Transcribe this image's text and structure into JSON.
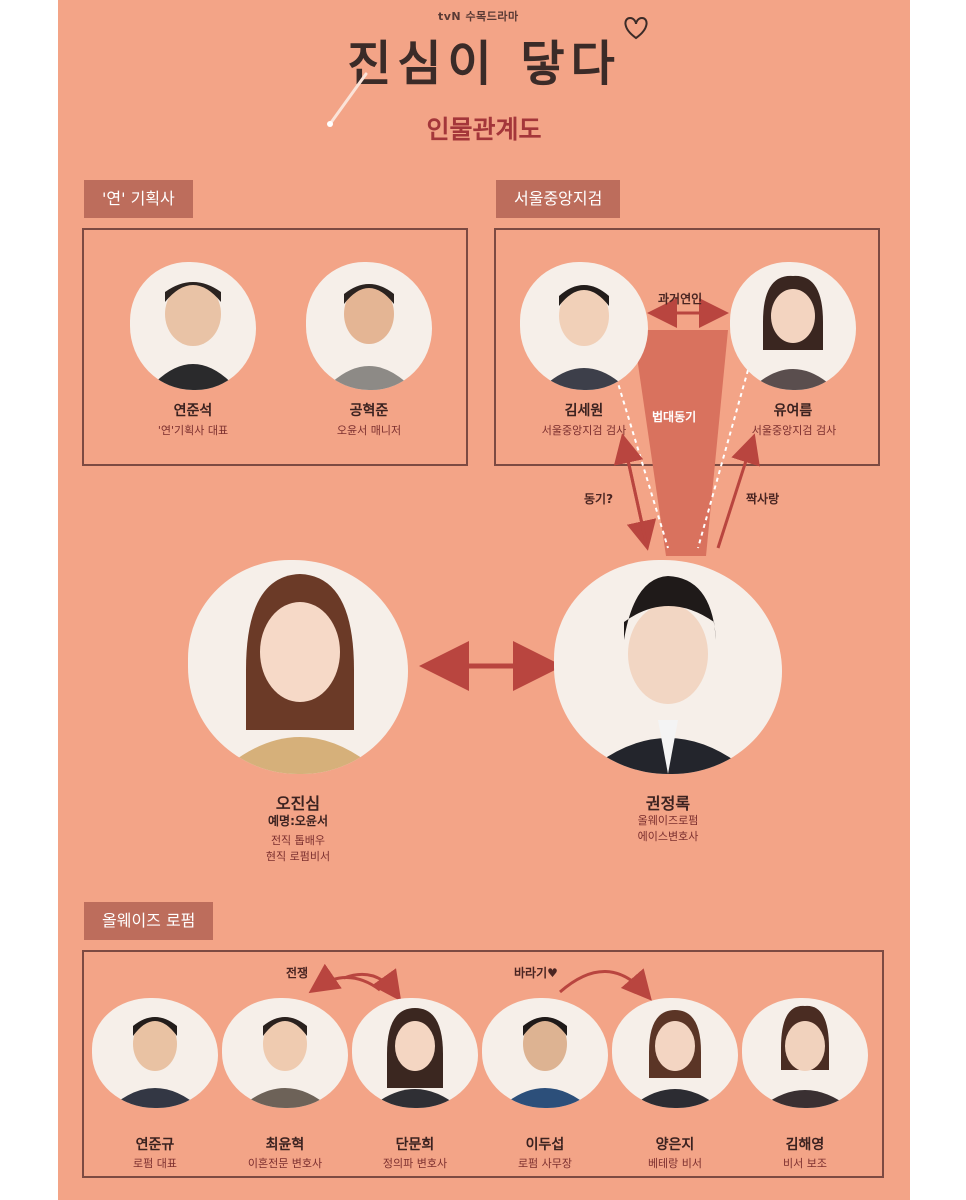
{
  "brand": "tvN 수목드라마",
  "title": "진심이 닿다",
  "subtitle": "인물관계도",
  "groups": {
    "agency": "'연' 기획사",
    "prosecution": "서울중앙지검",
    "lawfirm": "올웨이즈 로펌"
  },
  "people": {
    "yeon_junseok": {
      "name": "연준석",
      "role": "'연'기획사 대표"
    },
    "gong_hyukjun": {
      "name": "공혁준",
      "role": "오윤서 매니저"
    },
    "kim_sewon": {
      "name": "김세원",
      "role": "서울중앙지검 검사"
    },
    "yu_yeoreum": {
      "name": "유여름",
      "role": "서울중앙지검 검사"
    },
    "oh_jinsim": {
      "name": "오진심",
      "stage": "예명:오윤서",
      "role1": "전직 톱배우",
      "role2": "현직 로펌비서"
    },
    "kwon_jeongrok": {
      "name": "권정록",
      "role1": "올웨이즈로펌",
      "role2": "에이스변호사"
    },
    "yeon_jungyu": {
      "name": "연준규",
      "role": "로펌 대표"
    },
    "choi_yunhyuk": {
      "name": "최윤혁",
      "role": "이혼전문 변호사"
    },
    "dan_munhui": {
      "name": "단문희",
      "role": "정의파 변호사"
    },
    "lee_dusub": {
      "name": "이두섭",
      "role": "로펌 사무장"
    },
    "yang_eunji": {
      "name": "양은지",
      "role": "베테랑 비서"
    },
    "kim_haeyoung": {
      "name": "김해영",
      "role": "비서 보조"
    }
  },
  "relations": {
    "ex_lovers": "과거연인",
    "classmates": "법대동기",
    "classmate_q": "동기?",
    "crush": "짝사랑",
    "rivalry": "전쟁",
    "longing": "바라기♥"
  },
  "colors": {
    "background": "#f3a487",
    "tab": "#bd6d5c",
    "border": "#7c4a42",
    "arrow": "#b9453f",
    "accent": "#a4363a"
  }
}
